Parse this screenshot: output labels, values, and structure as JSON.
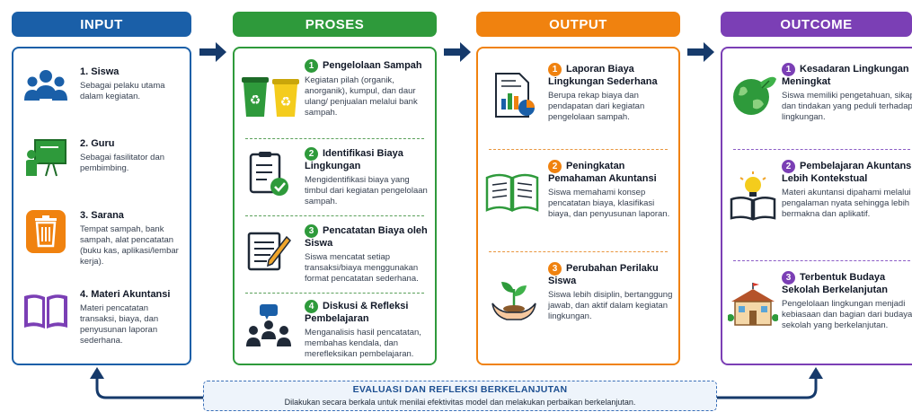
{
  "colors": {
    "input": "#1a5fa8",
    "proses": "#2e9a3b",
    "output": "#f0820f",
    "outcome": "#7b3fb5",
    "arrow": "#163a6b"
  },
  "headers": {
    "input": "INPUT",
    "proses": "PROSES",
    "output": "OUTPUT",
    "outcome": "OUTCOME"
  },
  "input": [
    {
      "title": "1. Siswa",
      "desc": "Sebagai pelaku utama dalam kegiatan.",
      "icon": "students-icon"
    },
    {
      "title": "2. Guru",
      "desc": "Sebagai fasilitator dan pembimbing.",
      "icon": "teacher-icon"
    },
    {
      "title": "3. Sarana",
      "desc": "Tempat sampah, bank sampah, alat pencatatan (buku kas, aplikasi/lembar kerja).",
      "icon": "trash-bin-icon"
    },
    {
      "title": "4. Materi Akuntansi",
      "desc": "Materi pencatatan transaksi, biaya, dan penyusunan laporan sederhana.",
      "icon": "book-icon"
    }
  ],
  "proses": [
    {
      "num": "1",
      "title": "Pengelolaan Sampah",
      "desc": "Kegiatan pilah (organik, anorganik), kumpul, dan daur ulang/ penjualan melalui bank sampah.",
      "icon": "recycle-bins-icon"
    },
    {
      "num": "2",
      "title": "Identifikasi Biaya Lingkungan",
      "desc": "Mengidentifikasi biaya yang timbul dari kegiatan pengelolaan sampah.",
      "icon": "checklist-icon"
    },
    {
      "num": "3",
      "title": "Pencatatan Biaya oleh Siswa",
      "desc": "Siswa mencatat setiap transaksi/biaya menggunakan format pencatatan sederhana.",
      "icon": "notepad-pencil-icon"
    },
    {
      "num": "4",
      "title": "Diskusi & Refleksi Pembelajaran",
      "desc": "Menganalisis hasil pencatatan, membahas kendala, dan merefleksikan pembelajaran.",
      "icon": "discussion-icon"
    }
  ],
  "output": [
    {
      "num": "1",
      "title": "Laporan Biaya Lingkungan Sederhana",
      "desc": "Berupa rekap biaya dan pendapatan dari kegiatan pengelolaan sampah.",
      "icon": "report-icon"
    },
    {
      "num": "2",
      "title": "Peningkatan Pemahaman Akuntansi",
      "desc": "Siswa memahami konsep pencatatan biaya, klasifikasi biaya, dan penyusunan laporan.",
      "icon": "open-book-icon"
    },
    {
      "num": "3",
      "title": "Perubahan Perilaku Siswa",
      "desc": "Siswa lebih disiplin, bertanggung jawab, dan aktif dalam kegiatan lingkungan.",
      "icon": "plant-hands-icon"
    }
  ],
  "outcome": [
    {
      "num": "1",
      "title": "Kesadaran Lingkungan Meningkat",
      "desc": "Siswa memiliki pengetahuan, sikap, dan tindakan yang peduli terhadap lingkungan.",
      "icon": "globe-leaf-icon"
    },
    {
      "num": "2",
      "title": "Pembelajaran Akuntansi Lebih Kontekstual",
      "desc": "Materi akuntansi dipahami melalui pengalaman nyata sehingga lebih bermakna dan aplikatif.",
      "icon": "book-lightbulb-icon"
    },
    {
      "num": "3",
      "title": "Terbentuk Budaya Sekolah Berkelanjutan",
      "desc": "Pengelolaan lingkungan menjadi kebiasaan dan bagian dari budaya sekolah yang berkelanjutan.",
      "icon": "school-icon"
    }
  ],
  "evaluation": {
    "title": "EVALUASI DAN REFLEKSI BERKELANJUTAN",
    "desc": "Dilakukan secara berkala untuk menilai efektivitas model dan melakukan perbaikan berkelanjutan."
  }
}
